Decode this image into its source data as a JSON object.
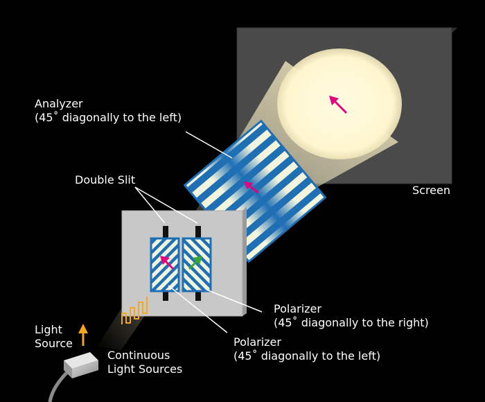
{
  "labels": {
    "analyzer": {
      "line1": "Analyzer",
      "line2": "(45˚ diagonally to the left)"
    },
    "screen": "Screen",
    "double_slit": "Double Slit",
    "polarizer_right": {
      "line1": "Polarizer",
      "line2": "(45˚ diagonally to the right)"
    },
    "polarizer_left": {
      "line1": "Polarizer",
      "line2": "(45˚ diagonally to the left)"
    },
    "light_source": {
      "line1": "Light",
      "line2": "Source"
    },
    "continuous_sources": {
      "line1": "Continuous",
      "line2": "Light Sources"
    }
  },
  "colors": {
    "background": "#000000",
    "screen": "#4a4a4a",
    "slit_panel": "#c8c8c8",
    "polarizer_blue": "#1f6fb5",
    "stripe_light": "#f2f4dc",
    "arrow_magenta": "#e6007e",
    "arrow_green": "#3aa63a",
    "arrow_orange": "#f5a623",
    "beam": "#fff4c8"
  },
  "icons": [
    "light-source-device-icon",
    "up-arrow-icon",
    "wave-icon",
    "polarization-arrow-icon"
  ]
}
